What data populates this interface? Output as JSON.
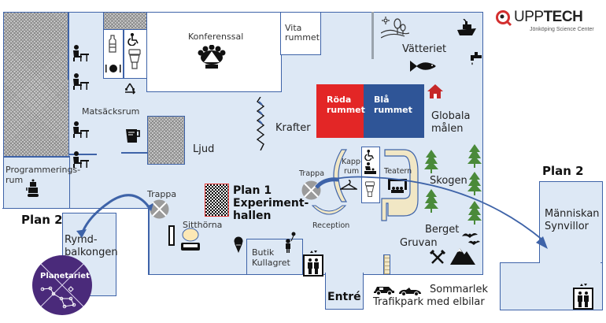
{
  "logo": {
    "brand": "UPP",
    "brand_bold": "TECH",
    "subtitle": "Jönköping Science Center",
    "accent": "#d32f2f"
  },
  "colors": {
    "floor": "#dde8f5",
    "wall": "#3e63a8",
    "red_room": "#e32626",
    "blue_room": "#2f5597",
    "tree": "#4a8a3a",
    "planetarium": "#4a2a7a"
  },
  "plan1": {
    "title_line1": "Plan 1",
    "title_line2": "Experiment-",
    "title_line3": "hallen"
  },
  "rooms": {
    "konferenssal": "Konferenssal",
    "vita_rummet_1": "Vita",
    "vita_rummet_2": "rummet",
    "vatteriet": "Vätteriet",
    "matsacksrum": "Matsäcksrum",
    "programmering_1": "Programmerings-",
    "programmering_2": "rum",
    "ljud": "Ljud",
    "krafter": "Krafter",
    "roda_1": "Röda",
    "roda_2": "rummet",
    "bla_1": "Blå",
    "bla_2": "rummet",
    "globala_1": "Globala",
    "globala_2": "målen",
    "trappa_left": "Trappa",
    "trappa_right": "Trappa",
    "kapprum_1": "Kapp-",
    "kapprum_2": "rum",
    "teatern": "Teatern",
    "skogen": "Skogen",
    "reception": "Reception",
    "sitthorna": "Sitthörna",
    "butik_1": "Butik",
    "butik_2": "Kullagret",
    "berget": "Berget",
    "gruvan": "Gruvan",
    "entre": "Entré",
    "sommarlek": "Sommarlek",
    "trafikpark": "Trafikpark med elbilar"
  },
  "plan2_left": {
    "title": "Plan 2",
    "room_1": "Rymd-",
    "room_2": "balkongen",
    "planetarium": "Planetariet"
  },
  "plan2_right": {
    "title": "Plan 2",
    "room_1": "Människan",
    "room_2": "Synvillor"
  }
}
